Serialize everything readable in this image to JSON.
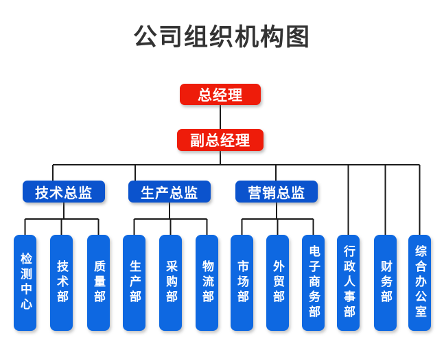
{
  "title": "公司组织机构图",
  "colors": {
    "executive_red": "#ee1c0a",
    "director_blue": "#0b53cd",
    "department_blue": "#0e68e1",
    "connector_line": "#1a1a1a",
    "title_text": "#333333"
  },
  "tree": {
    "label": "总经理",
    "children": [
      {
        "label": "副总经理",
        "children": [
          {
            "label": "技术总监",
            "children": [
              {
                "label": "检测中心"
              },
              {
                "label": "技术部"
              },
              {
                "label": "质量部"
              }
            ]
          },
          {
            "label": "生产总监",
            "children": [
              {
                "label": "生产部"
              },
              {
                "label": "采购部"
              },
              {
                "label": "物流部"
              }
            ]
          },
          {
            "label": "营销总监",
            "children": [
              {
                "label": "市场部"
              },
              {
                "label": "外贸部"
              },
              {
                "label": "电子商务部"
              }
            ]
          },
          {
            "label": "行政人事部"
          },
          {
            "label": "财务部"
          },
          {
            "label": "综合办公室"
          }
        ]
      }
    ]
  }
}
